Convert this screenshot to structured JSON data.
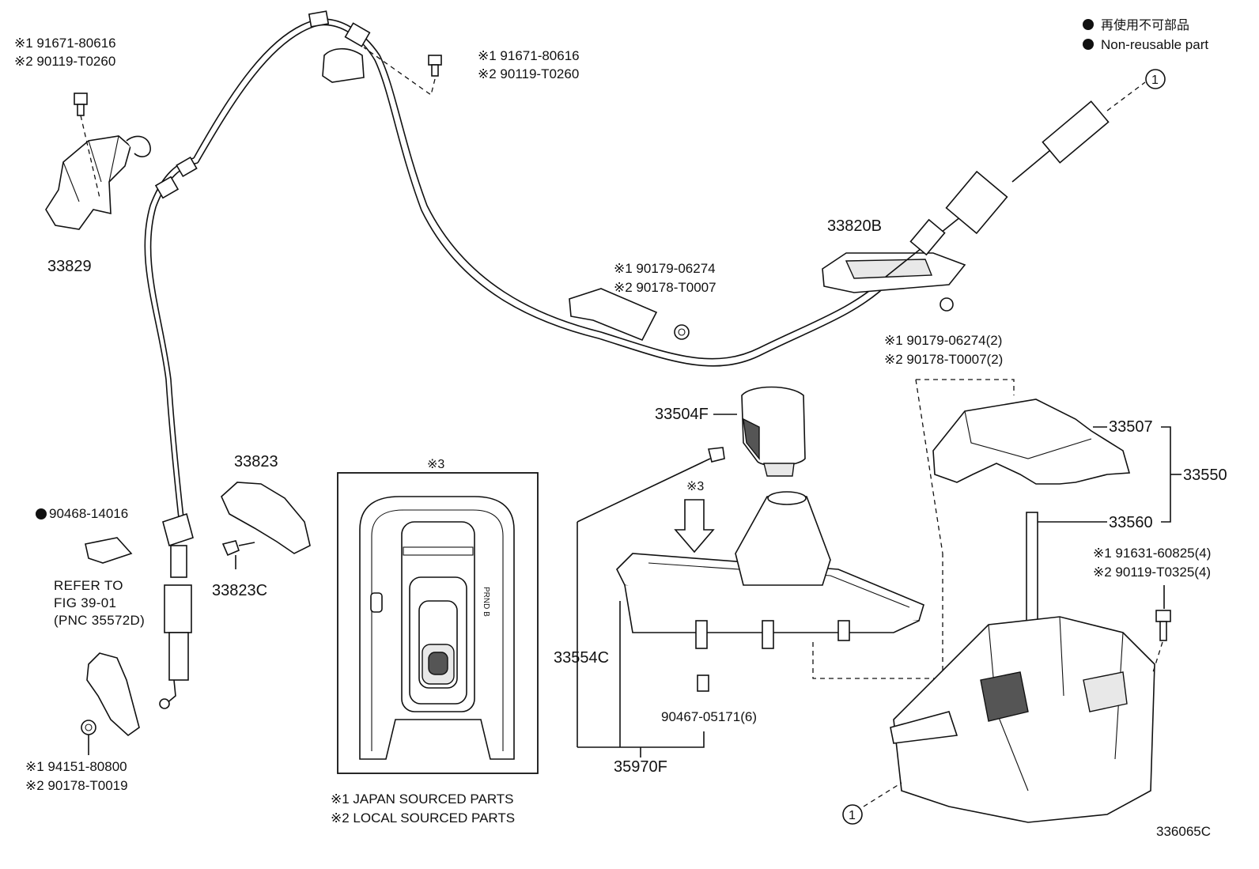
{
  "legend": {
    "jp": "再使用不可部品",
    "en": "Non-reusable part"
  },
  "labels": {
    "p33829": "33829",
    "bolt_tl_1": "※1 91671-80616",
    "bolt_tl_2": "※2 90119-T0260",
    "bolt_tc_1": "※1 91671-80616",
    "bolt_tc_2": "※2 90119-T0260",
    "nut_c_1": "※1 90179-06274",
    "nut_c_2": "※2 90178-T0007",
    "p33820B": "33820B",
    "nut_r_1": "※1 90179-06274(2)",
    "nut_r_2": "※2 90178-T0007(2)",
    "p33823": "33823",
    "p33823C": "33823C",
    "p90468": "90468-14016",
    "refer_1": "REFER TO",
    "refer_2": "FIG 39-01",
    "refer_3": "(PNC 35572D)",
    "nut_bl_1": "※1 94151-80800",
    "nut_bl_2": "※2 90178-T0019",
    "inset_mark": "※3",
    "gear_letters": "PRND B",
    "p33504F": "33504F",
    "mark3": "※3",
    "p33554C": "33554C",
    "p90467": "90467-05171(6)",
    "p35970F": "35970F",
    "p33507": "33507",
    "p33550": "33550",
    "p33560": "33560",
    "bolt_r_1": "※1 91631-60825(4)",
    "bolt_r_2": "※2 90119-T0325(4)",
    "callout_1": "1",
    "callout_2": "1",
    "note_1": "※1 JAPAN SOURCED PARTS",
    "note_2": "※2 LOCAL SOURCED PARTS",
    "fig_code": "336065C"
  }
}
